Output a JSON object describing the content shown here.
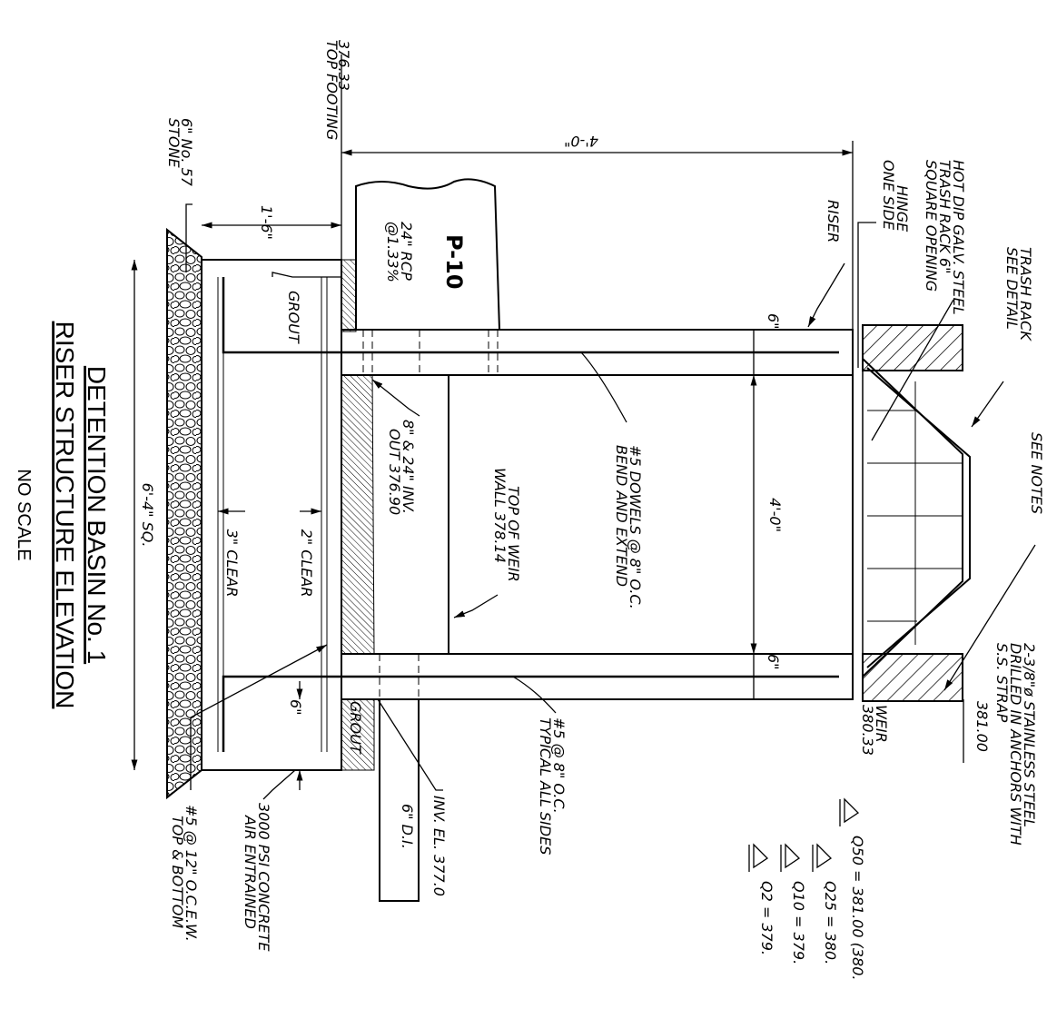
{
  "title": "DETENTION BASIN No. 1",
  "subtitle": "RISER STRUCTURE ELEVATION",
  "scale": "NO SCALE",
  "labels": {
    "top_footing": "TOP FOOTING",
    "top_footing_el": "376.33",
    "stone_1": "6\" No. 57",
    "stone_2": "STONE",
    "dim_18": "1'-6\"",
    "dim_4ft_top": "4'-0\"",
    "dim_4ft_inner": "4'-0\"",
    "dim_6_top": "6\"",
    "dim_6_bottom": "6\"",
    "dim_6_footing": "6\"",
    "dim_64": "6'-4\" SQ.",
    "clear_3": "3\" CLEAR",
    "clear_2": "2\" CLEAR",
    "grout_1": "GROUT",
    "grout_2": "GROUT",
    "pipe_id": "P-10",
    "pipe_size": "24\" RCP",
    "pipe_slope": "@1.33%",
    "inv_1": "8\" & 24\" INV.",
    "inv_2": "OUT 376.90",
    "weir_top_1": "TOP OF WEIR",
    "weir_top_2": "WALL 378.14",
    "dowels_1": "#5 DOWELS @ 8\" O.C.",
    "dowels_2": "BEND AND EXTEND",
    "rebar_1": "#5 @ 8\" O.C.",
    "rebar_2": "TYPICAL ALL SIDES",
    "inv_el": "INV. EL. 377.0",
    "di": "6\" D.I.",
    "concrete_1": "3000 PSI CONCRETE",
    "concrete_2": "AIR ENTRAINED",
    "footing_rebar_1": "#5 @ 12\" O.C.E.W.",
    "footing_rebar_2": "TOP & BOTTOM",
    "riser": "RISER",
    "galv_1": "HOT DIP GALV. STEEL",
    "galv_2": "TRASH RACK 6\"",
    "galv_3": "SQUARE OPENING",
    "galv_4": "HINGE",
    "galv_5": "ONE SIDE",
    "trash_1": "TRASH RACK",
    "trash_2": "SEE DETAIL",
    "see_notes": "SEE NOTES",
    "anchor_1": "2-3/8\"ø STAINLESS STEEL",
    "anchor_2": "DRILLED IN ANCHORS WITH",
    "anchor_3": "S.S. STRAP",
    "el_381": "381.00",
    "weir_1": "WEIR",
    "weir_2": "380.33",
    "q50": "Q50  =  381.00 (380.",
    "q25": "Q25  =  380.",
    "q10": "Q10  =  379.",
    "q2": "Q2  =  379."
  }
}
